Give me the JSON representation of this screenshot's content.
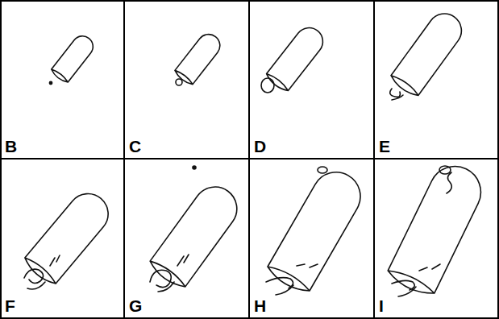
{
  "diagram": {
    "labels": [
      "B",
      "C",
      "D",
      "E",
      "F",
      "G",
      "H",
      "I"
    ]
  }
}
